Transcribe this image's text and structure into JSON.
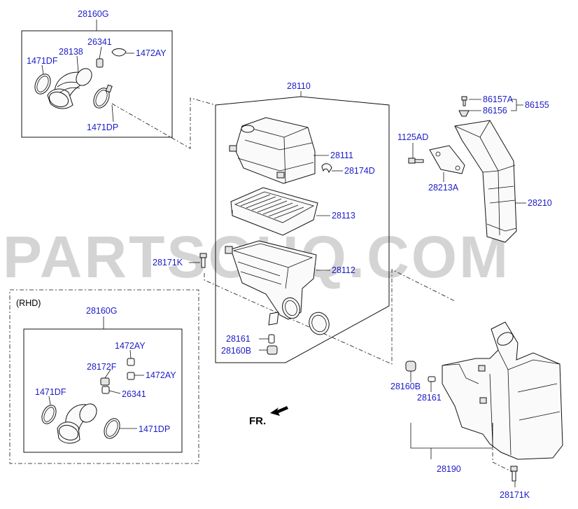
{
  "watermark": "PARTSOUQ.COM",
  "direction_label": "FR.",
  "section_label": "(RHD)",
  "icons": {
    "direction": "arrow-icon"
  },
  "callouts": {
    "c28160g_top": "28160G",
    "c26341_top": "26341",
    "c28138": "28138",
    "c1472ay_top": "1472AY",
    "c1471df_top": "1471DF",
    "c1471dp_top": "1471DP",
    "c28110": "28110",
    "c28111": "28111",
    "c28174d": "28174D",
    "c28113": "28113",
    "c28171k_left": "28171K",
    "c28112": "28112",
    "c28161_mid": "28161",
    "c28160b_mid": "28160B",
    "c86157a": "86157A",
    "c86155": "86155",
    "c86156": "86156",
    "c1125ad": "1125AD",
    "c28213a": "28213A",
    "c28210": "28210",
    "c28160b_right": "28160B",
    "c28161_right": "28161",
    "c28190": "28190",
    "c28171k_bottom": "28171K",
    "c28160g_rhd": "28160G",
    "c1472ay_rhd_a": "1472AY",
    "c28172f": "28172F",
    "c1472ay_rhd_b": "1472AY",
    "c1471df_rhd": "1471DF",
    "c26341_rhd": "26341",
    "c1471dp_rhd": "1471DP"
  }
}
